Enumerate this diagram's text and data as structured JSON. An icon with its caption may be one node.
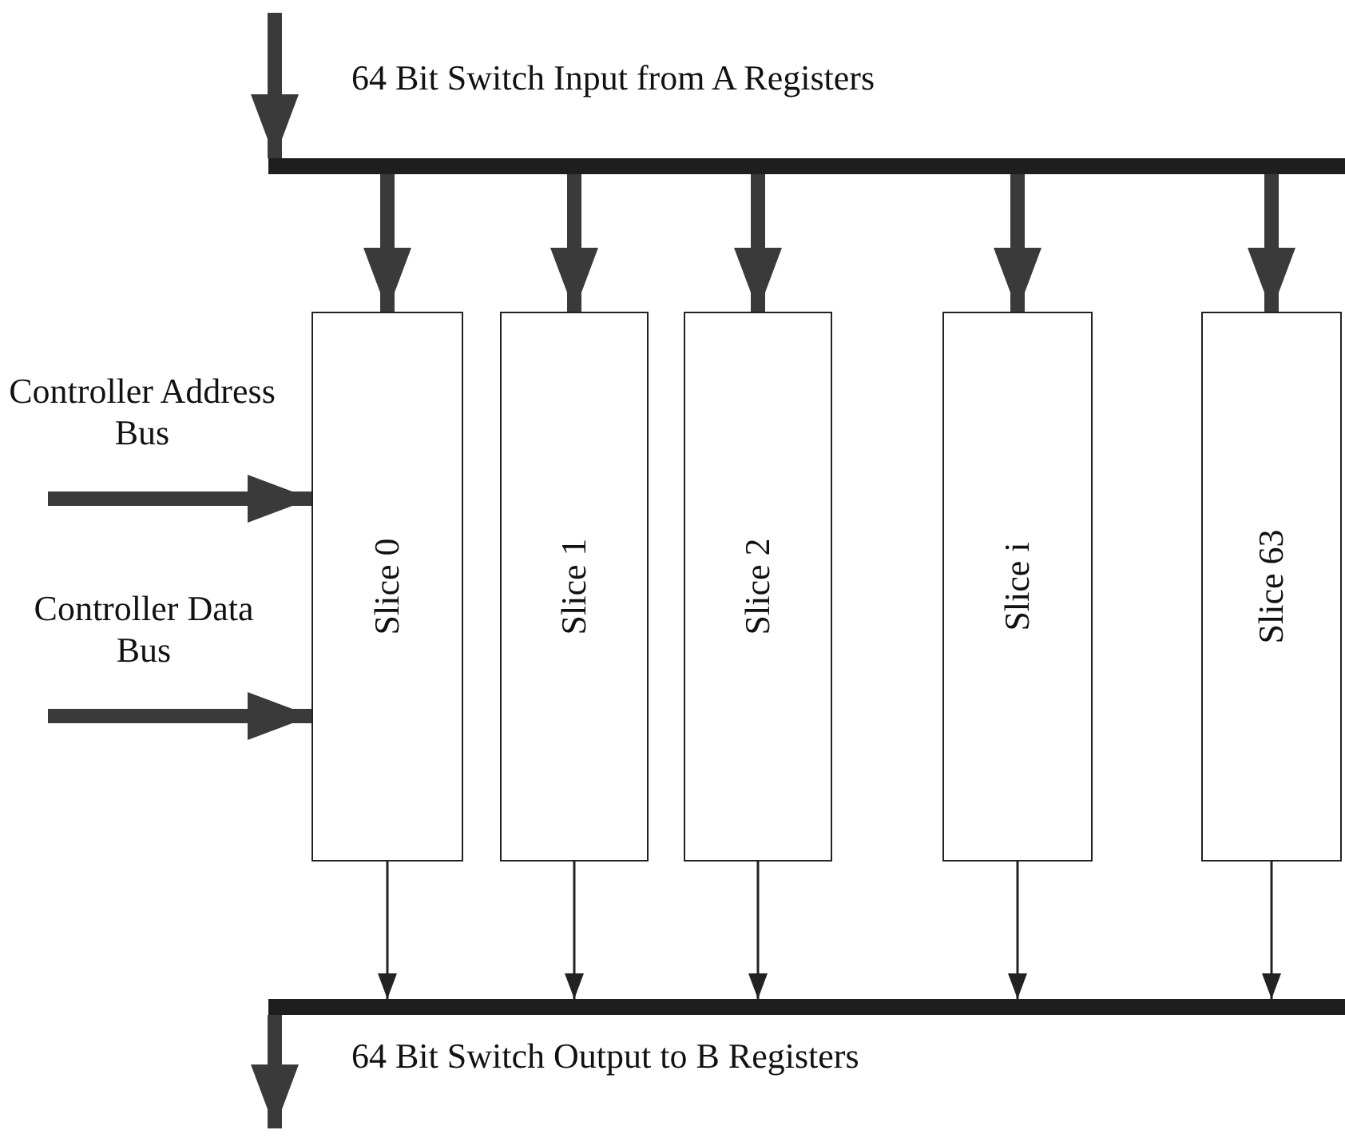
{
  "diagram": {
    "nodes": [
      {
        "text": [],
        "shape": "bar",
        "beside": [
          "64 Bit Switch Input from A Registers"
        ]
      },
      {
        "text": [
          "Slice 0"
        ]
      },
      {
        "text": [
          "Slice 1"
        ]
      },
      {
        "text": [
          "Slice 2"
        ]
      },
      {
        "text": [
          "Slice i"
        ]
      },
      {
        "text": [
          "Slice 63"
        ]
      },
      {
        "text": [],
        "shape": "bar",
        "beside": [
          "64 Bit Switch Output to B Registers"
        ]
      }
    ],
    "edges": [
      {
        "from": null,
        "to": 0,
        "arrow": "to"
      },
      {
        "from": 0,
        "to": 1,
        "arrow": "to"
      },
      {
        "from": 0,
        "to": 2,
        "arrow": "to"
      },
      {
        "from": 0,
        "to": 3,
        "arrow": "to"
      },
      {
        "from": 0,
        "to": 4,
        "arrow": "to"
      },
      {
        "from": 0,
        "to": 5,
        "arrow": "to"
      },
      {
        "from": null,
        "to": 1,
        "arrow": "to",
        "label": "Controller Address Bus"
      },
      {
        "from": null,
        "to": 1,
        "arrow": "to",
        "label": "Controller Data Bus"
      },
      {
        "from": 1,
        "to": 6,
        "arrow": "to"
      },
      {
        "from": 2,
        "to": 6,
        "arrow": "to"
      },
      {
        "from": 3,
        "to": 6,
        "arrow": "to"
      },
      {
        "from": 4,
        "to": 6,
        "arrow": "to"
      },
      {
        "from": 5,
        "to": 6,
        "arrow": "to"
      },
      {
        "from": 6,
        "to": null,
        "arrow": "to"
      }
    ]
  }
}
